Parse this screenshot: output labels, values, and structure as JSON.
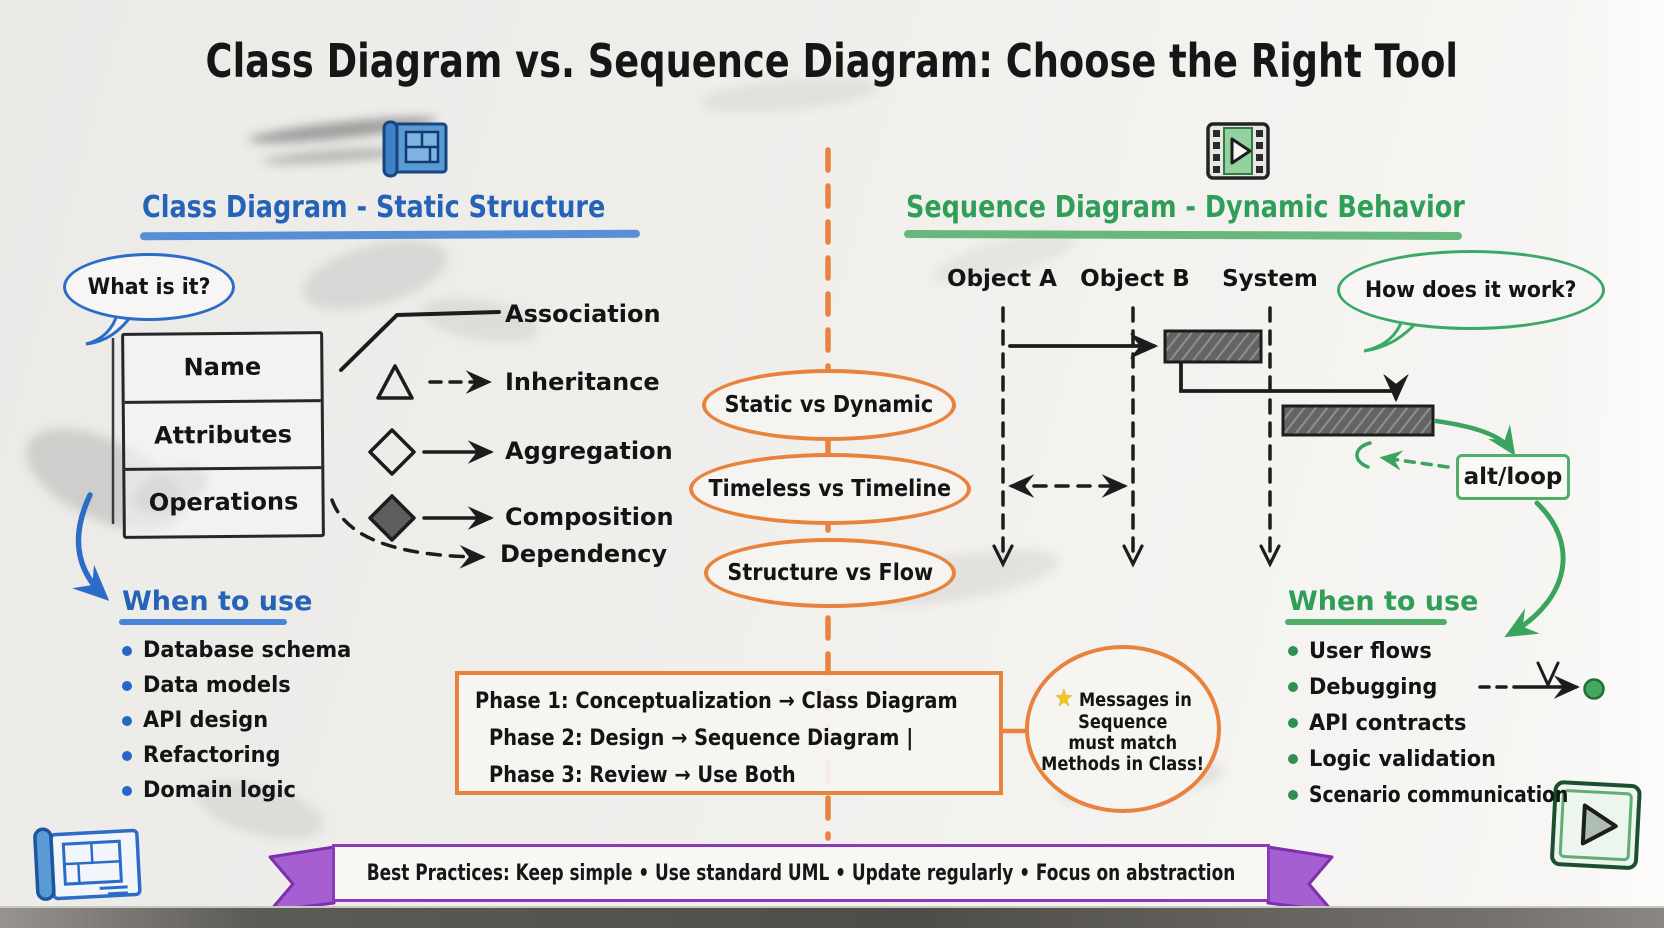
{
  "title": "Class Diagram vs. Sequence Diagram: Choose the Right Tool",
  "left": {
    "heading": "Class Diagram - Static Structure",
    "question_bubble": "What is it?",
    "class_box": {
      "rows": [
        "Name",
        "Attributes",
        "Operations"
      ]
    },
    "relationships": [
      "Association",
      "Inheritance",
      "Aggregation",
      "Composition",
      "Dependency"
    ],
    "when_to_use": {
      "heading": "When to use",
      "items": [
        "Database schema",
        "Data models",
        "API design",
        "Refactoring",
        "Domain logic"
      ]
    }
  },
  "center": {
    "contrasts": [
      "Static vs Dynamic",
      "Timeless vs Timeline",
      "Structure vs Flow"
    ],
    "phases": [
      "Phase 1: Conceptualization → Class Diagram",
      "Phase 2: Design → Sequence Diagram |",
      "Phase 3: Review → Use Both"
    ],
    "note": {
      "star": "★",
      "lines": [
        "Messages in",
        "Sequence",
        "must match",
        "Methods in Class!"
      ]
    }
  },
  "right": {
    "heading": "Sequence Diagram - Dynamic Behavior",
    "question_bubble": "How does it work?",
    "lifelines": [
      "Object A",
      "Object B",
      "System"
    ],
    "fragment_label": "alt/loop",
    "when_to_use": {
      "heading": "When to use",
      "items": [
        "User flows",
        "Debugging",
        "API contracts",
        "Logic validation",
        "Scenario communication"
      ]
    }
  },
  "footer": {
    "banner": "Best Practices: Keep simple • Use standard UML • Update regularly • Focus on abstraction"
  },
  "colors": {
    "blue": "#2b6cc8",
    "green": "#2f9e57",
    "orange": "#e8823c",
    "purple": "#8a3cb8",
    "ink": "#1c1c1c"
  }
}
